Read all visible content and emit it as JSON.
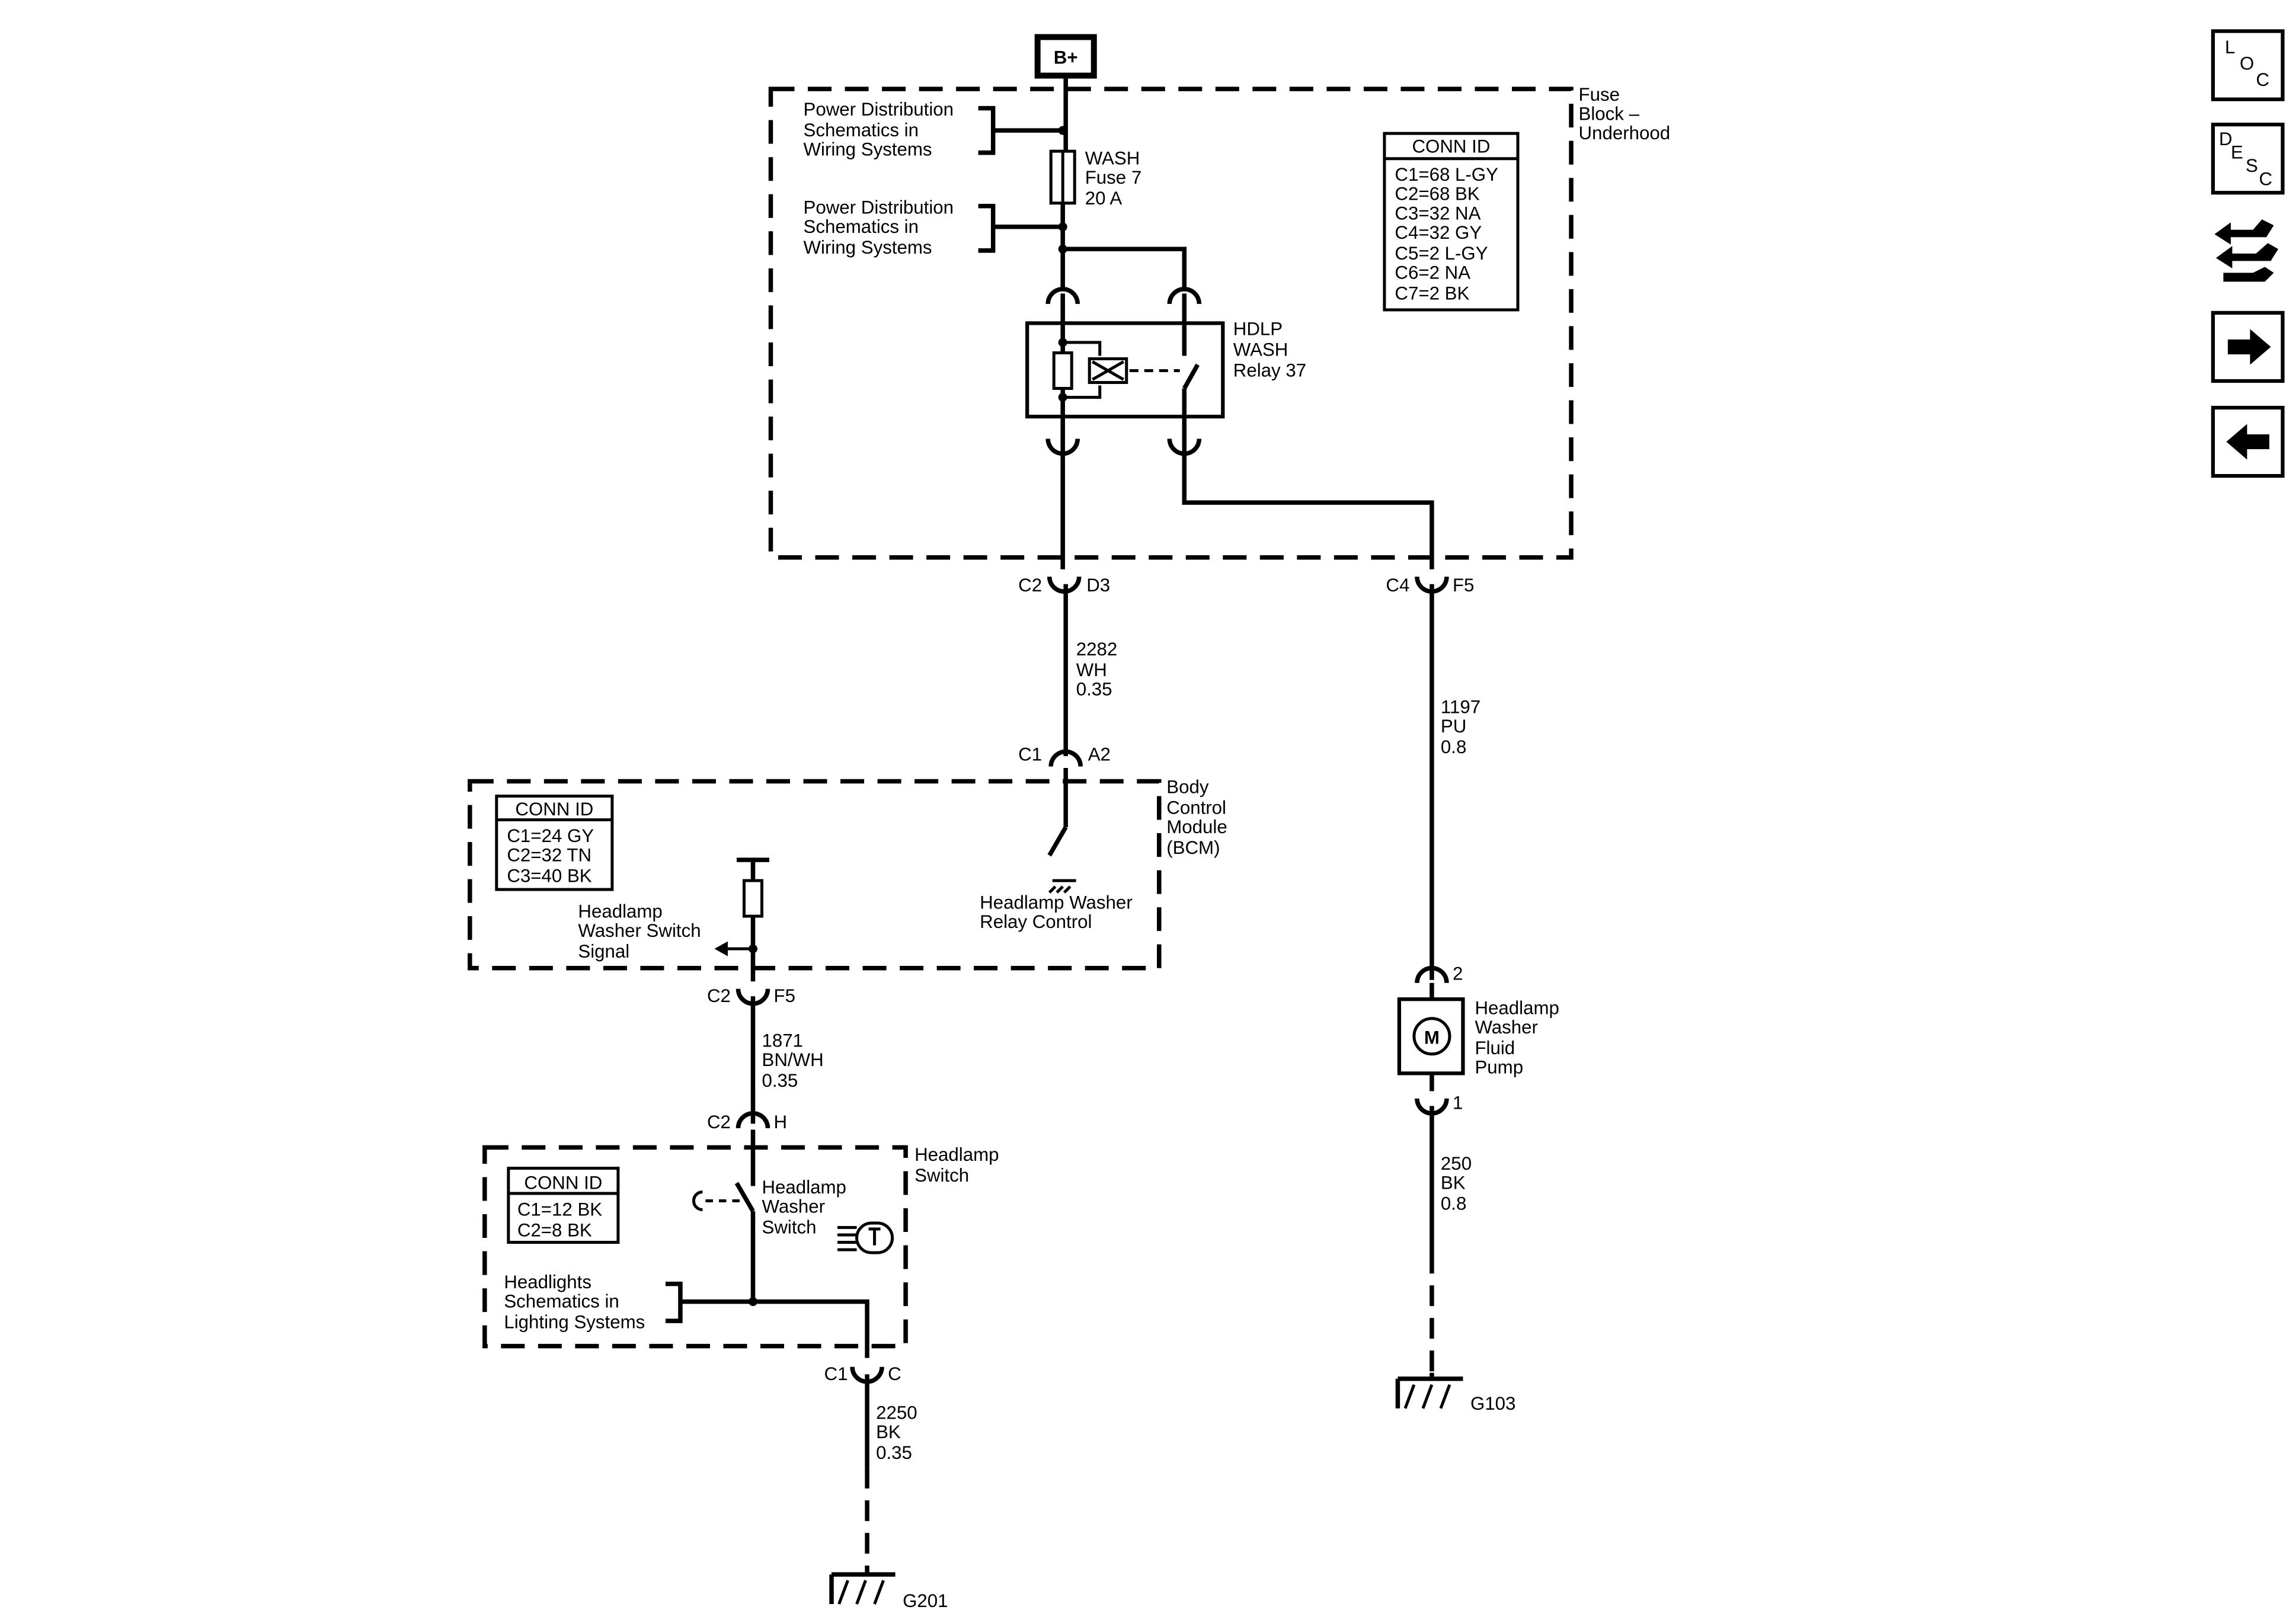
{
  "power": {
    "label": "B+"
  },
  "fuse_block": {
    "name": [
      "Fuse",
      "Block –",
      "Underhood"
    ],
    "conn_id": {
      "header": "CONN ID",
      "rows": [
        "C1=68 L-GY",
        "C2=68 BK",
        "C3=32 NA",
        "C4=32 GY",
        "C5=2 L-GY",
        "C6=2 NA",
        "C7=2 BK"
      ]
    },
    "power_ref_1": [
      "Power Distribution",
      "Schematics in",
      "Wiring Systems"
    ],
    "power_ref_2": [
      "Power Distribution",
      "Schematics in",
      "Wiring Systems"
    ],
    "fuse": [
      "WASH",
      "Fuse 7",
      "20 A"
    ],
    "relay": [
      "HDLP",
      "WASH",
      "Relay 37"
    ]
  },
  "connectors": {
    "fb_left": {
      "conn": "C2",
      "pin": "D3"
    },
    "fb_right": {
      "conn": "C4",
      "pin": "F5"
    },
    "bcm_in": {
      "conn": "C1",
      "pin": "A2"
    },
    "bcm_out": {
      "conn": "C2",
      "pin": "F5"
    },
    "switch_in": {
      "conn": "C2",
      "pin": "H"
    },
    "switch_out": {
      "conn": "C1",
      "pin": "C"
    },
    "pump_top": {
      "pin": "2"
    },
    "pump_bottom": {
      "pin": "1"
    }
  },
  "wires": {
    "w2282": [
      "2282",
      "WH",
      "0.35"
    ],
    "w1197": [
      "1197",
      "PU",
      "0.8"
    ],
    "w1871": [
      "1871",
      "BN/WH",
      "0.35"
    ],
    "w250": [
      "250",
      "BK",
      "0.8"
    ],
    "w2250": [
      "2250",
      "BK",
      "0.35"
    ]
  },
  "bcm": {
    "name": [
      "Body",
      "Control",
      "Module",
      "(BCM)"
    ],
    "conn_id": {
      "header": "CONN ID",
      "rows": [
        "C1=24 GY",
        "C2=32 TN",
        "C3=40 BK"
      ]
    },
    "signal": [
      "Headlamp",
      "Washer Switch",
      "Signal"
    ],
    "relay_control": [
      "Headlamp Washer",
      "Relay Control"
    ]
  },
  "pump": {
    "name": [
      "Headlamp",
      "Washer",
      "Fluid",
      "Pump"
    ],
    "motor": "M"
  },
  "headlamp_switch": {
    "name": [
      "Headlamp",
      "Switch"
    ],
    "conn_id": {
      "header": "CONN ID",
      "rows": [
        "C1=12 BK",
        "C2=8 BK"
      ]
    },
    "washer_switch": [
      "Headlamp",
      "Washer",
      "Switch"
    ],
    "headlights_ref": [
      "Headlights",
      "Schematics in",
      "Lighting Systems"
    ]
  },
  "grounds": {
    "g103": "G103",
    "g201": "G201"
  },
  "nav": {
    "loc": {
      "letters": [
        "L",
        "O",
        "C"
      ]
    },
    "desc": {
      "letters": [
        "D",
        "E",
        "S",
        "C"
      ]
    },
    "icons": [
      "loc-icon",
      "desc-icon",
      "harness-icon",
      "next-arrow-icon",
      "back-arrow-icon"
    ]
  }
}
